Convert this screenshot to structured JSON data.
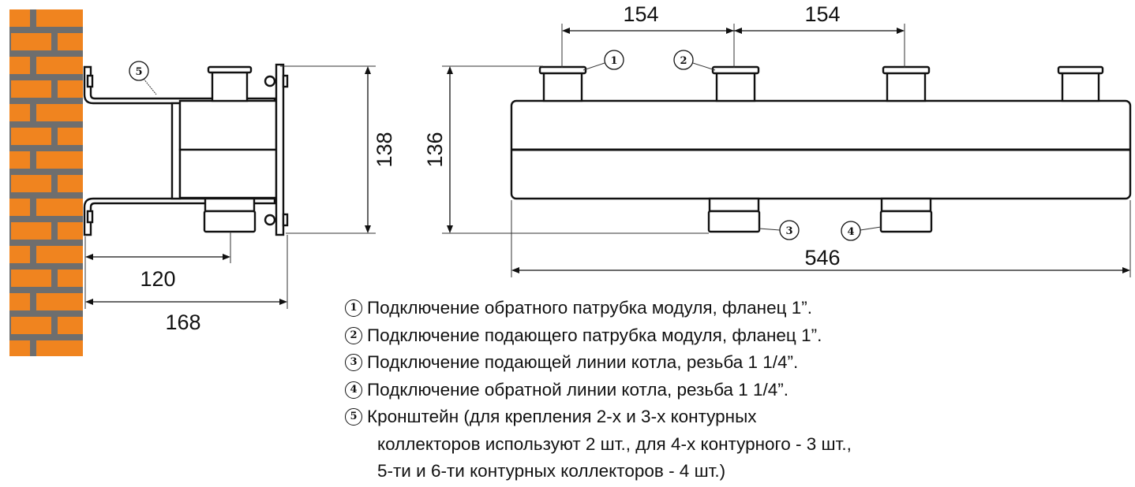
{
  "colors": {
    "brick": "#f0841f",
    "mortar": "#6e6e6e",
    "line": "#111111"
  },
  "side_view": {
    "dim_height": "138",
    "dim_depth_pipe": "120",
    "dim_depth_total": "168",
    "callout_bracket": "5"
  },
  "front_view": {
    "dim_height": "136",
    "dim_spacing_1": "154",
    "dim_spacing_2": "154",
    "dim_length": "546",
    "callouts": [
      "1",
      "2",
      "3",
      "4"
    ]
  },
  "legend": {
    "items": [
      {
        "num": "1",
        "text": "Подключение обратного патрубка модуля, фланец 1”."
      },
      {
        "num": "2",
        "text": "Подключение подающего патрубка модуля, фланец 1”."
      },
      {
        "num": "3",
        "text": "Подключение подающей линии котла, резьба 1 1/4”."
      },
      {
        "num": "4",
        "text": "Подключение обратной линии котла, резьба 1 1/4”."
      },
      {
        "num": "5",
        "text": "Кронштейн (для крепления 2-х и 3-х контурных"
      }
    ],
    "continuation": [
      "коллекторов используют 2 шт., для 4-х  контурного - 3 шт.,",
      "5-ти и 6-ти контурных коллекторов - 4 шт.)"
    ]
  }
}
